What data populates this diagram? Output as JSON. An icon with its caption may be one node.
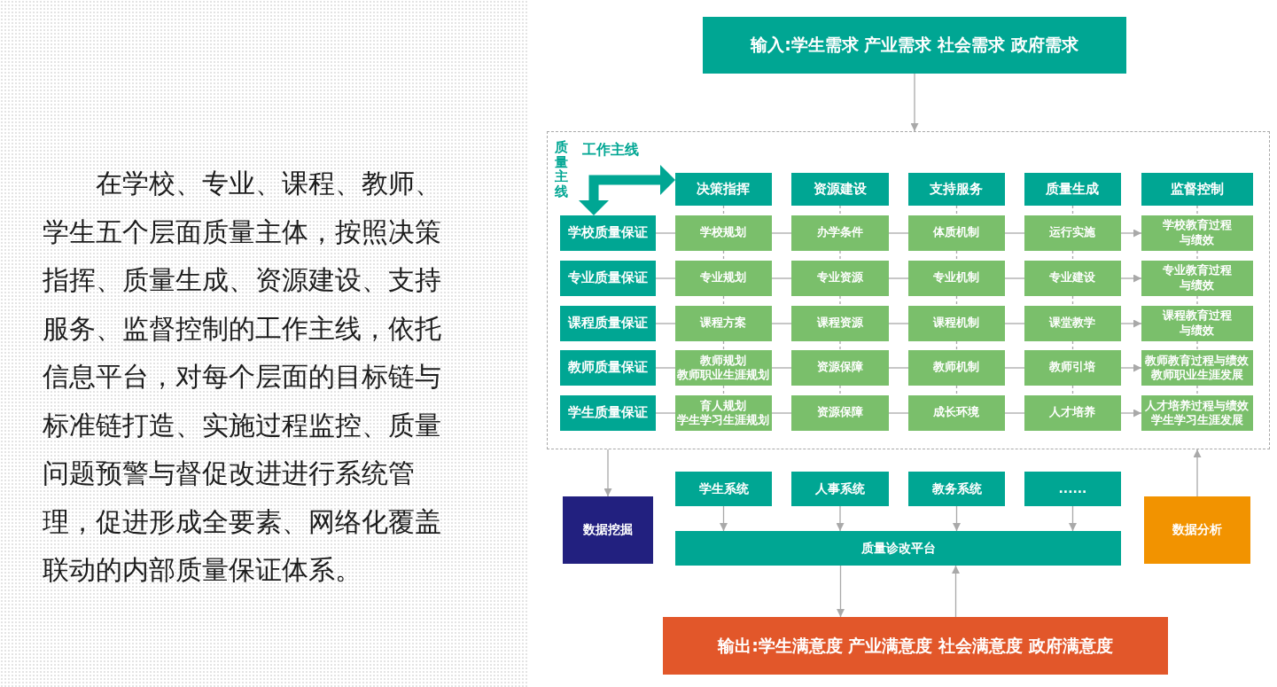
{
  "diagram": {
    "nodes": [
      {
        "text": [
          "输入:学生需求 产业需求 社会需求 政府需求"
        ]
      },
      {
        "text": [],
        "shape": "box"
      },
      {
        "text": [
          "决策指挥"
        ],
        "in": 1
      },
      {
        "text": [
          "资源建设"
        ],
        "in": 1
      },
      {
        "text": [
          "支持服务"
        ],
        "in": 1
      },
      {
        "text": [
          "质量生成"
        ],
        "in": 1
      },
      {
        "text": [
          "监督控制"
        ],
        "in": 1
      },
      {
        "text": [
          "学校质量保证"
        ],
        "in": 1
      },
      {
        "text": [
          "学校规划"
        ],
        "in": 1
      },
      {
        "text": [
          "办学条件"
        ],
        "in": 1
      },
      {
        "text": [
          "体质机制"
        ],
        "in": 1
      },
      {
        "text": [
          "运行实施"
        ],
        "in": 1
      },
      {
        "text": [
          "学校教育过程与绩效"
        ],
        "in": 1
      },
      {
        "text": [
          "专业质量保证"
        ],
        "in": 1
      },
      {
        "text": [
          "专业规划"
        ],
        "in": 1
      },
      {
        "text": [
          "专业资源"
        ],
        "in": 1
      },
      {
        "text": [
          "专业机制"
        ],
        "in": 1
      },
      {
        "text": [
          "专业建设"
        ],
        "in": 1
      },
      {
        "text": [
          "专业教育过程与绩效"
        ],
        "in": 1
      },
      {
        "text": [
          "课程质量保证"
        ],
        "in": 1
      },
      {
        "text": [
          "课程方案"
        ],
        "in": 1
      },
      {
        "text": [
          "课程资源"
        ],
        "in": 1
      },
      {
        "text": [
          "课程机制"
        ],
        "in": 1
      },
      {
        "text": [
          "课堂教学"
        ],
        "in": 1
      },
      {
        "text": [
          "课程教育过程与绩效"
        ],
        "in": 1
      },
      {
        "text": [
          "教师质量保证"
        ],
        "in": 1
      },
      {
        "text": [
          "教师规划",
          "教师职业生涯规划"
        ],
        "in": 1
      },
      {
        "text": [
          "资源保障"
        ],
        "in": 1
      },
      {
        "text": [
          "教师机制"
        ],
        "in": 1
      },
      {
        "text": [
          "教师引培"
        ],
        "in": 1
      },
      {
        "text": [
          "教师教育过程与绩效",
          "教师职业生涯发展"
        ],
        "in": 1
      },
      {
        "text": [
          "学生质量保证"
        ],
        "in": 1
      },
      {
        "text": [
          "育人规划",
          "学生学习生涯规划"
        ],
        "in": 1
      },
      {
        "text": [
          "资源保障"
        ],
        "in": 1
      },
      {
        "text": [
          "成长环境"
        ],
        "in": 1
      },
      {
        "text": [
          "人才培养"
        ],
        "in": 1
      },
      {
        "text": [
          "人才培养过程与绩效",
          "学生学习生涯发展"
        ],
        "in": 1
      },
      {
        "text": [
          "数据挖掘"
        ]
      },
      {
        "text": [
          "学生系统"
        ]
      },
      {
        "text": [
          "人事系统"
        ]
      },
      {
        "text": [
          "教务系统"
        ]
      },
      {
        "text": [
          "......"
        ]
      },
      {
        "text": [
          "质量诊改平台"
        ]
      },
      {
        "text": [
          "数据分析"
        ]
      },
      {
        "text": [
          "输出:学生满意度 产业满意度 社会满意度 政府满意度"
        ]
      }
    ],
    "edges": [
      {
        "from": 0,
        "to": 1,
        "arrow": "to"
      },
      {
        "from": 7,
        "to": 8,
        "arrow": "none"
      },
      {
        "from": 8,
        "to": 9,
        "arrow": "none"
      },
      {
        "from": 9,
        "to": 10,
        "arrow": "none"
      },
      {
        "from": 10,
        "to": 11,
        "arrow": "none"
      },
      {
        "from": 11,
        "to": 12,
        "arrow": "to"
      },
      {
        "from": 13,
        "to": 14,
        "arrow": "none"
      },
      {
        "from": 14,
        "to": 15,
        "arrow": "none"
      },
      {
        "from": 15,
        "to": 16,
        "arrow": "none"
      },
      {
        "from": 16,
        "to": 17,
        "arrow": "none"
      },
      {
        "from": 17,
        "to": 18,
        "arrow": "to"
      },
      {
        "from": 19,
        "to": 20,
        "arrow": "none"
      },
      {
        "from": 20,
        "to": 21,
        "arrow": "none"
      },
      {
        "from": 21,
        "to": 22,
        "arrow": "none"
      },
      {
        "from": 22,
        "to": 23,
        "arrow": "none"
      },
      {
        "from": 23,
        "to": 24,
        "arrow": "to"
      },
      {
        "from": 25,
        "to": 26,
        "arrow": "none"
      },
      {
        "from": 26,
        "to": 27,
        "arrow": "none"
      },
      {
        "from": 27,
        "to": 28,
        "arrow": "none"
      },
      {
        "from": 28,
        "to": 29,
        "arrow": "none"
      },
      {
        "from": 29,
        "to": 30,
        "arrow": "to"
      },
      {
        "from": 31,
        "to": 32,
        "arrow": "none"
      },
      {
        "from": 32,
        "to": 33,
        "arrow": "none"
      },
      {
        "from": 33,
        "to": 34,
        "arrow": "none"
      },
      {
        "from": 34,
        "to": 35,
        "arrow": "none"
      },
      {
        "from": 35,
        "to": 36,
        "arrow": "to"
      },
      {
        "from": 2,
        "to": 8,
        "arrow": "none",
        "style": "dashed"
      },
      {
        "from": 8,
        "to": 14,
        "arrow": "none",
        "style": "dashed"
      },
      {
        "from": 14,
        "to": 20,
        "arrow": "none",
        "style": "dashed"
      },
      {
        "from": 20,
        "to": 26,
        "arrow": "none",
        "style": "dashed"
      },
      {
        "from": 26,
        "to": 32,
        "arrow": "none",
        "style": "dashed"
      },
      {
        "from": 3,
        "to": 9,
        "arrow": "none",
        "style": "dashed"
      },
      {
        "from": 9,
        "to": 15,
        "arrow": "none",
        "style": "dashed"
      },
      {
        "from": 15,
        "to": 21,
        "arrow": "none",
        "style": "dashed"
      },
      {
        "from": 21,
        "to": 27,
        "arrow": "none",
        "style": "dashed"
      },
      {
        "from": 27,
        "to": 33,
        "arrow": "none",
        "style": "dashed"
      },
      {
        "from": 4,
        "to": 10,
        "arrow": "none",
        "style": "dashed"
      },
      {
        "from": 10,
        "to": 16,
        "arrow": "none",
        "style": "dashed"
      },
      {
        "from": 16,
        "to": 22,
        "arrow": "none",
        "style": "dashed"
      },
      {
        "from": 22,
        "to": 28,
        "arrow": "none",
        "style": "dashed"
      },
      {
        "from": 28,
        "to": 34,
        "arrow": "none",
        "style": "dashed"
      },
      {
        "from": 5,
        "to": 11,
        "arrow": "none",
        "style": "dashed"
      },
      {
        "from": 11,
        "to": 17,
        "arrow": "none",
        "style": "dashed"
      },
      {
        "from": 17,
        "to": 23,
        "arrow": "none",
        "style": "dashed"
      },
      {
        "from": 23,
        "to": 29,
        "arrow": "none",
        "style": "dashed"
      },
      {
        "from": 29,
        "to": 35,
        "arrow": "none",
        "style": "dashed"
      },
      {
        "from": 6,
        "to": 12,
        "arrow": "none",
        "style": "dashed"
      },
      {
        "from": 12,
        "to": 18,
        "arrow": "none",
        "style": "dashed"
      },
      {
        "from": 18,
        "to": 24,
        "arrow": "none",
        "style": "dashed"
      },
      {
        "from": 24,
        "to": 30,
        "arrow": "none",
        "style": "dashed"
      },
      {
        "from": 30,
        "to": 36,
        "arrow": "none",
        "style": "dashed"
      },
      {
        "from": 1,
        "to": 37,
        "arrow": "to"
      },
      {
        "from": 38,
        "to": 42,
        "arrow": "to"
      },
      {
        "from": 39,
        "to": 42,
        "arrow": "to"
      },
      {
        "from": 40,
        "to": 42,
        "arrow": "to"
      },
      {
        "from": 41,
        "to": 42,
        "arrow": "to"
      },
      {
        "from": 43,
        "to": 1,
        "arrow": "to"
      },
      {
        "from": 42,
        "to": 44,
        "arrow": "to"
      },
      {
        "from": 44,
        "to": 42,
        "arrow": "to"
      },
      {
        "from": 2,
        "to": 7,
        "arrow": "both",
        "style": "thick",
        "color": "#00a693"
      }
    ],
    "labels": [
      "在学校、专业、课程、教师、学生五个层面质量主体，按照决策指挥、质量生成、资源建设、支持服务、监督控制的工作主线，依托信息平台，对每个层面的目标链与标准链打造、实施过程监控、质量问题预警与督促改进进行系统管理，促进形成全要素、网络化覆盖联动的内部质量保证体系。",
      "质量主线",
      "工作主线"
    ]
  }
}
